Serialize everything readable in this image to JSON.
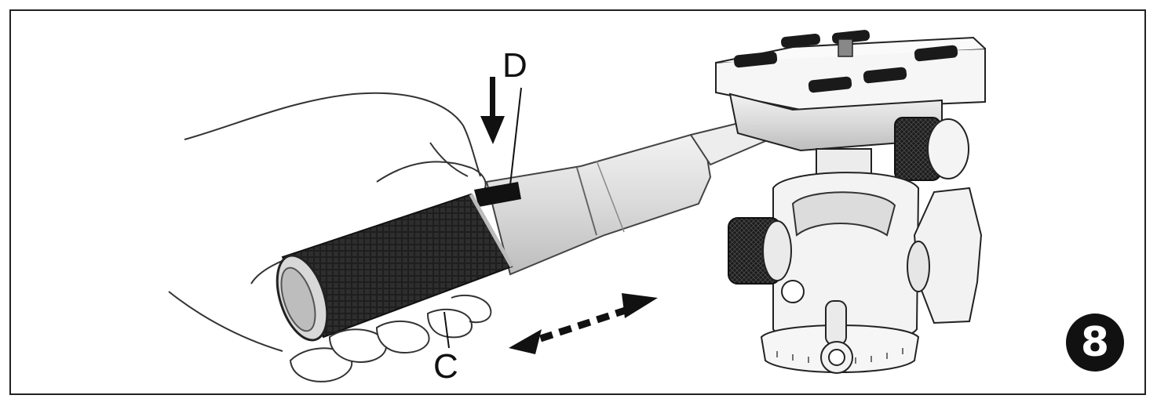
{
  "callouts": {
    "d": "D",
    "c": "C"
  },
  "step": "8"
}
